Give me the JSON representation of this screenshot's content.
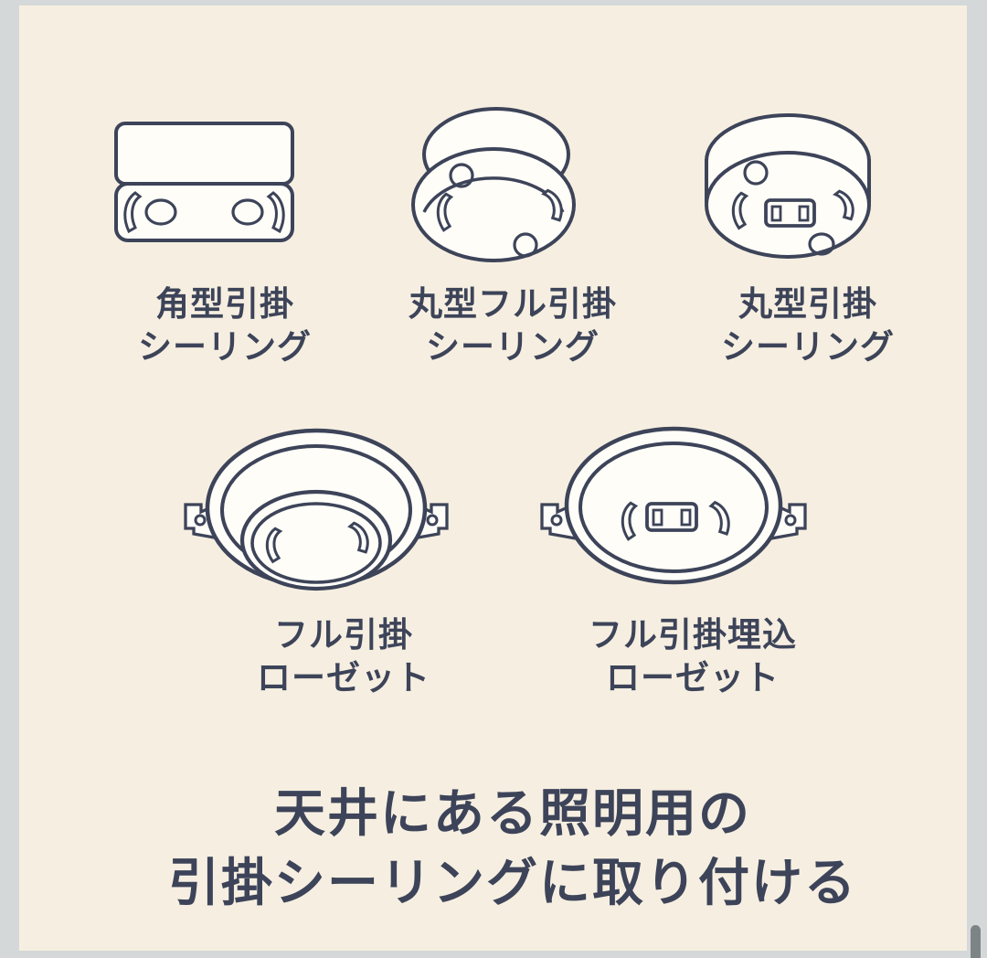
{
  "panel": {
    "background": "#f6efe1",
    "frame_background": "#d4d8d8",
    "ink_color": "#3d4459",
    "fixture_fill": "#fffdf8",
    "scrollbar_color": "#7d8486"
  },
  "fixtures": [
    {
      "name": "square-hook-ceiling",
      "icon": "square-hook-ceiling-icon",
      "label_line1": "角型引掛",
      "label_line2": "シーリング"
    },
    {
      "name": "round-full-hook-ceiling",
      "icon": "round-full-hook-ceiling-icon",
      "label_line1": "丸型フル引掛",
      "label_line2": "シーリング"
    },
    {
      "name": "round-hook-ceiling",
      "icon": "round-hook-ceiling-icon",
      "label_line1": "丸型引掛",
      "label_line2": "シーリング"
    },
    {
      "name": "full-hook-rosette",
      "icon": "full-hook-rosette-icon",
      "label_line1": "フル引掛",
      "label_line2": "ローゼット"
    },
    {
      "name": "full-hook-embedded-rosette",
      "icon": "full-hook-embedded-rosette-icon",
      "label_line1": "フル引掛埋込",
      "label_line2": "ローゼット"
    }
  ],
  "caption": {
    "line1": "天井にある照明用の",
    "line2": "引掛シーリングに取り付ける"
  }
}
